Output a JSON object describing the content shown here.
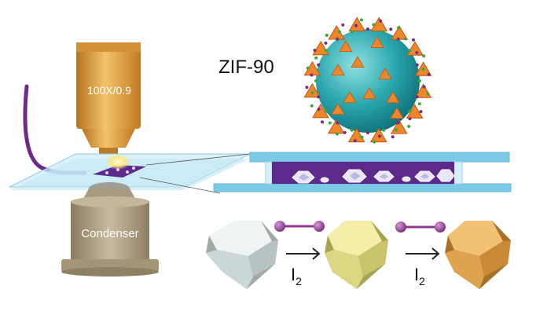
{
  "labels": {
    "objective": "100X/0.9",
    "framework": "ZIF-90",
    "condenser": "Condenser",
    "reagent_1": "I",
    "reagent_1_sub": "2",
    "reagent_2": "I",
    "reagent_2_sub": "2"
  },
  "colors": {
    "objective": "#e2a13c",
    "condenser": "#b2a387",
    "sphere": "#2aa7ad",
    "tetrahedra": "#f0862a",
    "iodine": "#9c3f96",
    "cell_fill": "#5d2a8c",
    "glass": "#bfe6f3",
    "crystal_1": "#d3e1e3",
    "crystal_2": "#e9e08e",
    "crystal_3": "#e3a84b"
  },
  "icons": [
    "objective-lens-icon",
    "condenser-icon",
    "optical-fiber-icon",
    "zif-90-framework-icon",
    "iodine-molecule-icon",
    "arrow-right-icon",
    "rhombic-dodecahedron-crystal-icon"
  ]
}
